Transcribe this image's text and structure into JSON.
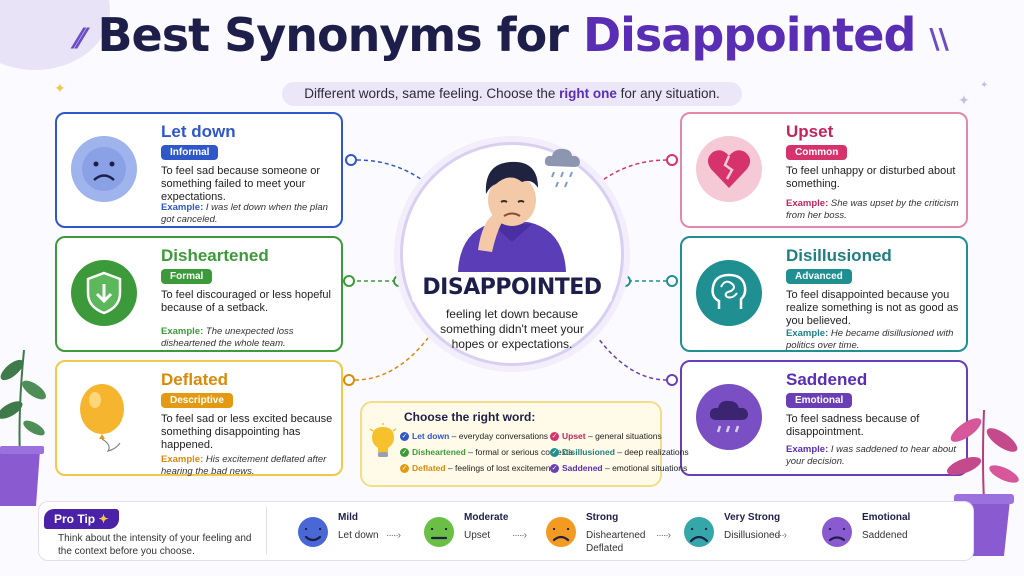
{
  "title": {
    "prefix": "Best Synonyms for ",
    "accent": "Disappointed"
  },
  "subtitle": {
    "before": "Different words, same feeling. Choose the ",
    "highlight": "right one",
    "after": " for any situation."
  },
  "example_label": "Example:",
  "colors": {
    "letdown": "#2f57c9",
    "disheartened": "#3d9a3a",
    "deflated": "#d98a0b",
    "upset": "#d6336c",
    "disillusioned": "#1f8f91",
    "saddened": "#6a3fb5",
    "accent": "#5a2db5"
  },
  "cards": {
    "letdown": {
      "word": "Let down",
      "tag": "Informal",
      "def": "To feel sad because someone or something failed to meet your expectations.",
      "example": "I was let down when the plan got canceled.",
      "icon": "sad-face-icon"
    },
    "disheartened": {
      "word": "Disheartened",
      "tag": "Formal",
      "def": "To feel discouraged or less hopeful because of a setback.",
      "example": "The unexpected loss disheartened the whole team.",
      "icon": "shield-down-arrow-icon"
    },
    "deflated": {
      "word": "Deflated",
      "tag": "Descriptive",
      "def": "To feel sad or less excited because something disappointing has happened.",
      "example": "His excitement deflated after hearing the bad news.",
      "icon": "deflated-balloon-icon"
    },
    "upset": {
      "word": "Upset",
      "tag": "Common",
      "def": "To feel unhappy or disturbed about something.",
      "example": "She was upset by the criticism from her boss.",
      "icon": "broken-heart-icon"
    },
    "disillusioned": {
      "word": "Disillusioned",
      "tag": "Advanced",
      "def": "To feel disappointed because you realize something is not as good as you believed.",
      "example": "He became disillusioned with politics over time.",
      "icon": "tangled-mind-icon"
    },
    "saddened": {
      "word": "Saddened",
      "tag": "Emotional",
      "def": "To feel sadness because of disappointment.",
      "example": "I was saddened to hear about your decision.",
      "icon": "rain-cloud-icon"
    }
  },
  "center": {
    "word": "DISAPPOINTED",
    "def": "feeling let down because something didn't meet your hopes or expectations."
  },
  "choose": {
    "title": "Choose the right word:",
    "left": [
      {
        "word": "Let down",
        "use": " – everyday conversations"
      },
      {
        "word": "Disheartened",
        "use": " – formal or serious contexts"
      },
      {
        "word": "Deflated",
        "use": " – feelings of lost excitement"
      }
    ],
    "right": [
      {
        "word": "Upset",
        "use": " – general situations"
      },
      {
        "word": "Disillusioned",
        "use": " – deep realizations"
      },
      {
        "word": "Saddened",
        "use": " – emotional situations"
      }
    ]
  },
  "protip": {
    "label": "Pro Tip",
    "text": "Think about the intensity of your feeling and the context before you choose."
  },
  "scale": [
    {
      "level": "Mild",
      "words": "Let down",
      "color": "#4a67d6"
    },
    {
      "level": "Moderate",
      "words": "Upset",
      "color": "#6bbf45"
    },
    {
      "level": "Strong",
      "words": "Disheartened\nDeflated",
      "color": "#f29a22"
    },
    {
      "level": "Very Strong",
      "words": "Disillusioned",
      "color": "#35a7a9"
    },
    {
      "level": "Emotional",
      "words": "Saddened",
      "color": "#8a5bd0"
    }
  ]
}
